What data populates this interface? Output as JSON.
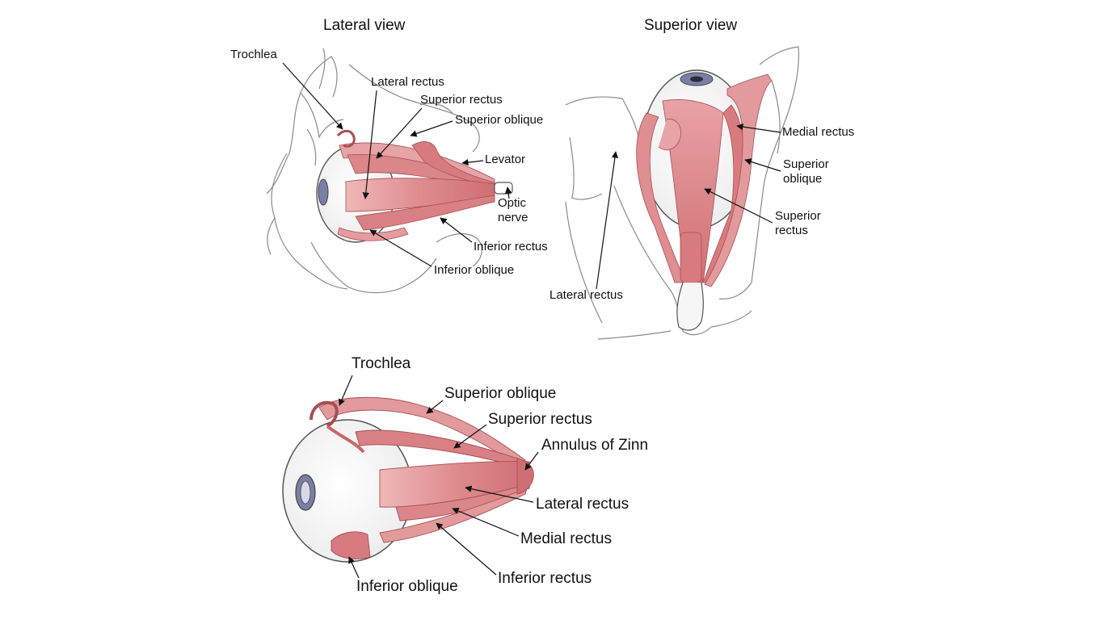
{
  "views": {
    "lateral": {
      "title": "Lateral view",
      "labels": {
        "trochlea": "Trochlea",
        "lateral_rectus": "Lateral rectus",
        "superior_rectus": "Superior rectus",
        "superior_oblique": "Superior oblique",
        "levator": "Levator",
        "optic_nerve_line1": "Optic",
        "optic_nerve_line2": "nerve",
        "inferior_rectus": "Inferior rectus",
        "inferior_oblique": "Inferior oblique"
      }
    },
    "superior": {
      "title": "Superior view",
      "labels": {
        "medial_rectus": "Medial rectus",
        "superior_oblique_line1": "Superior",
        "superior_oblique_line2": "oblique",
        "superior_rectus_line1": "Superior",
        "superior_rectus_line2": "rectus",
        "lateral_rectus": "Lateral rectus"
      }
    },
    "bottom": {
      "labels": {
        "trochlea": "Trochlea",
        "superior_oblique": "Superior oblique",
        "superior_rectus": "Superior rectus",
        "annulus_of_zinn": "Annulus of Zinn",
        "lateral_rectus": "Lateral rectus",
        "medial_rectus": "Medial rectus",
        "inferior_rectus": "Inferior rectus",
        "inferior_oblique": "Inferior oblique"
      }
    }
  },
  "colors": {
    "muscle": "#e39a9b",
    "muscle_dark": "#c9676b",
    "muscle_light": "#f2c4c4",
    "outline": "#555555",
    "bone_line": "#8a8a8a",
    "iris": "#7b7fa6",
    "pupil": "#2c2c3a"
  }
}
